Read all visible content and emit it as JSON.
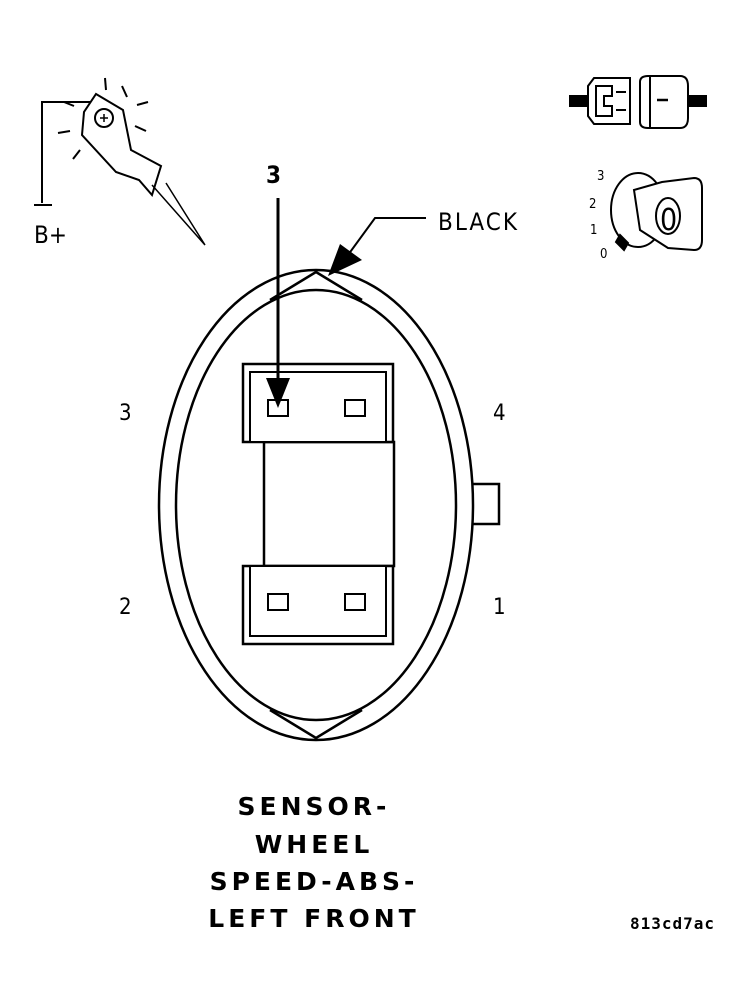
{
  "probe": {
    "supply_label": "B+"
  },
  "icons": {
    "connector_icon": "connector-separated-icon",
    "ignition_icon": "ignition-key-switch-icon",
    "probe_icon": "test-light-probe-icon"
  },
  "ignition": {
    "positions": [
      "3",
      "2",
      "1",
      "0"
    ],
    "key_label": "0"
  },
  "connector": {
    "color_callout": "BLACK",
    "pointer_label": "3",
    "pins": {
      "top_left": "3",
      "top_right": "4",
      "bottom_left": "2",
      "bottom_right": "1"
    }
  },
  "title": {
    "lines": [
      "SENSOR-",
      "WHEEL",
      "SPEED-ABS-",
      "LEFT FRONT"
    ]
  },
  "figure_id": "813cd7ac"
}
